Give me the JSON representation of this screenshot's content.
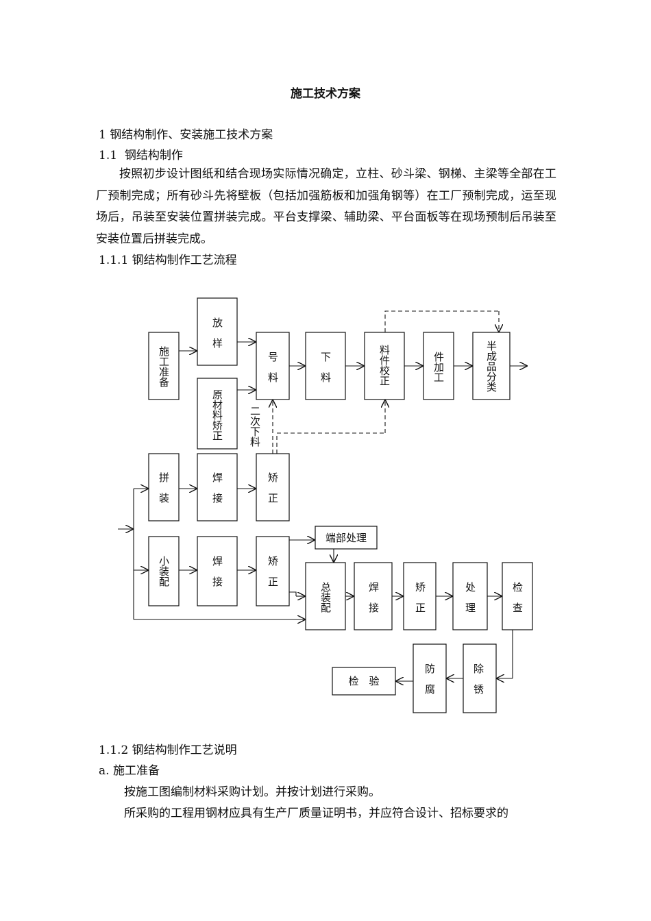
{
  "doc": {
    "title": "施工技术方案",
    "h1": "1 钢结构制作、安装施工技术方案",
    "h11": "1.1  钢结构制作",
    "p1": "按照初步设计图纸和结合现场实际情况确定，立柱、砂斗梁、钢梯、主梁等全部在工厂预制完成；所有砂斗先将壁板（包括加强筋板和加强角钢等）在工厂预制完成，运至现场后，吊装至安装位置拼装完成。平台支撑梁、辅助梁、平台面板等在现场预制后吊装至安装位置后拼装完成。",
    "h111": "1.1.1 钢结构制作工艺流程",
    "h112": "1.1.2 钢结构制作工艺说明",
    "ha": "a. 施工准备",
    "p2": "按施工图编制材料采购计划。并按计划进行采购。",
    "p3": "所采购的工程用钢材应具有生产厂质量证明书，并应符合设计、招标要求的"
  },
  "flow": {
    "prep": "施工准备",
    "fangyang": "放　样",
    "raw": "原材料矫正",
    "haoliao": "号　料",
    "xialiao": "下　料",
    "liaojian": "料件校正",
    "jianjiagong": "件加工",
    "banchengpin": "半成品分类",
    "secondcut": "二次下料",
    "pinzhuang": "拼　装",
    "hanjie1": "焊　接",
    "jiaozheng1": "矫　正",
    "xiaozhuang": "小装配",
    "hanjie2": "焊　接",
    "jiaozheng2": "矫　正",
    "duanbu": "端部处理",
    "zongzhuang": "总装配",
    "hanjie3": "焊　接",
    "jiaozheng3": "矫　正",
    "chuli": "处　理",
    "jiancha": "检　查",
    "chuxiu": "除　锈",
    "fangfu": "防　腐",
    "jianyan": "检　验"
  }
}
